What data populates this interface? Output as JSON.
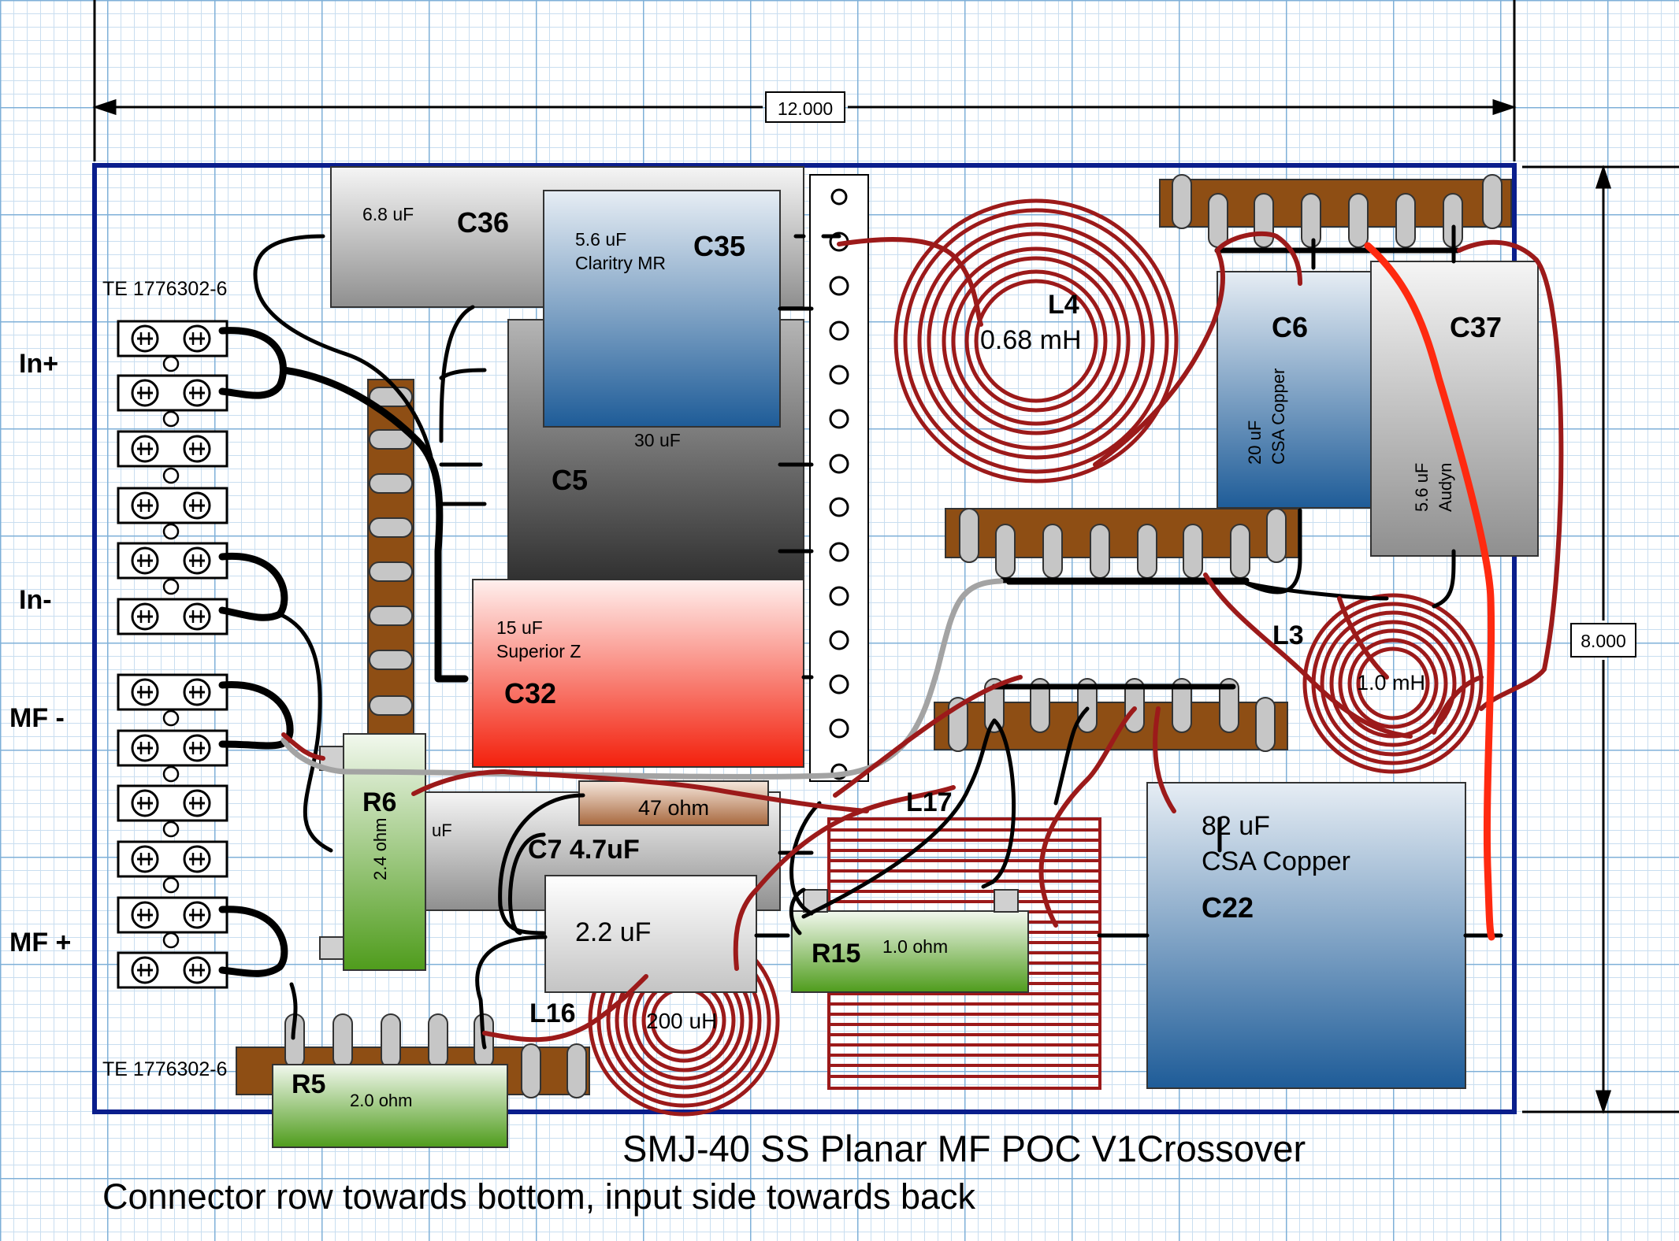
{
  "title": "SMJ-40 SS Planar MF POC V1Crossover",
  "subtitle": "Connector row towards bottom, input side towards back",
  "dimensions": {
    "width": "12.000",
    "height": "8.000"
  },
  "terminal_block_top_label": "TE 1776302-6",
  "terminal_block_bottom_label": "TE 1776302-6",
  "terminals": {
    "in_plus": "In+",
    "in_minus": "In-",
    "mf_minus": "MF -",
    "mf_plus": "MF +"
  },
  "components": {
    "c36": {
      "ref": "C36",
      "value": "6.8 uF"
    },
    "c35": {
      "ref": "C35",
      "value": "5.6 uF",
      "type": "Claritry MR"
    },
    "c5": {
      "ref": "C5",
      "value": "30 uF"
    },
    "c32": {
      "ref": "C32",
      "value": "15 uF",
      "type": "Superior Z"
    },
    "c7": {
      "ref": "C7 4.7uF",
      "value": "uF"
    },
    "c2": {
      "value": "2.2 uF"
    },
    "r6": {
      "ref": "R6",
      "value": "2.4 ohm"
    },
    "r5": {
      "ref": "R5",
      "value": "2.0 ohm"
    },
    "r47": {
      "value": "47 ohm"
    },
    "r15": {
      "ref": "R15",
      "value": "1.0 ohm"
    },
    "l16": {
      "ref": "L16",
      "value": "200 uH"
    },
    "l17": {
      "ref": "L17"
    },
    "l4": {
      "ref": "L4",
      "value": "0.68 mH"
    },
    "l3": {
      "ref": "L3",
      "value": "1.0 mH"
    },
    "c6": {
      "ref": "C6",
      "value": "20 uF",
      "type": "CSA Copper"
    },
    "c37": {
      "ref": "C37",
      "value": "5.6 uF",
      "type": "Audyn"
    },
    "c22": {
      "ref": "C22",
      "value": "82 uF",
      "type": "CSA Copper"
    }
  },
  "colors": {
    "board_outline": "#0a1e8c",
    "coil": "#9c1a1a",
    "wire_black": "#000000",
    "wire_red": "#ff2a10",
    "wire_grey": "#a3a3a3",
    "tag_strip": "#8e4e14"
  }
}
